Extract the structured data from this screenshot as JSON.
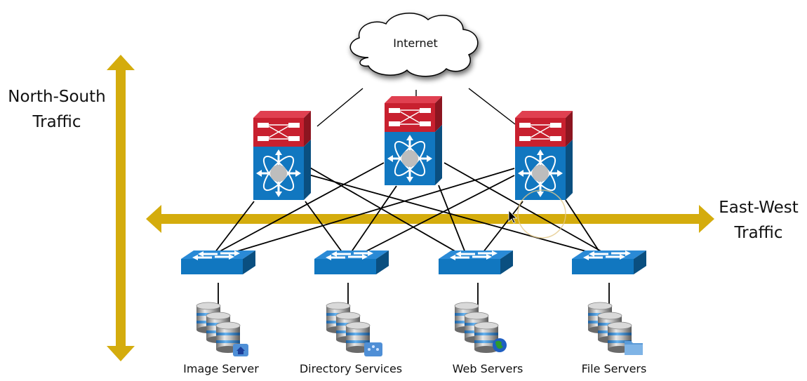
{
  "diagram": {
    "cloud": {
      "label": "Internet"
    },
    "axes": {
      "north_south": {
        "label_line1": "North-South",
        "label_line2": "Traffic",
        "color": "#D4AC0D"
      },
      "east_west": {
        "label_line1": "East-West",
        "label_line2": "Traffic",
        "color": "#D4AC0D"
      }
    },
    "core_switches": [
      {
        "id": "core-1"
      },
      {
        "id": "core-2"
      },
      {
        "id": "core-3"
      }
    ],
    "access_switches": [
      {
        "id": "access-1"
      },
      {
        "id": "access-2"
      },
      {
        "id": "access-3"
      },
      {
        "id": "access-4"
      }
    ],
    "server_groups": [
      {
        "label": "Image Server",
        "badge": "image-icon"
      },
      {
        "label": "Directory Services",
        "badge": "directory-icon"
      },
      {
        "label": "Web Servers",
        "badge": "globe-icon"
      },
      {
        "label": "File Servers",
        "badge": "folder-icon"
      }
    ],
    "colors": {
      "switch_blue": "#1177C0",
      "switch_dark": "#0A4F80",
      "router_red": "#C8202F",
      "router_dark": "#8C1520",
      "link": "#000000"
    }
  }
}
